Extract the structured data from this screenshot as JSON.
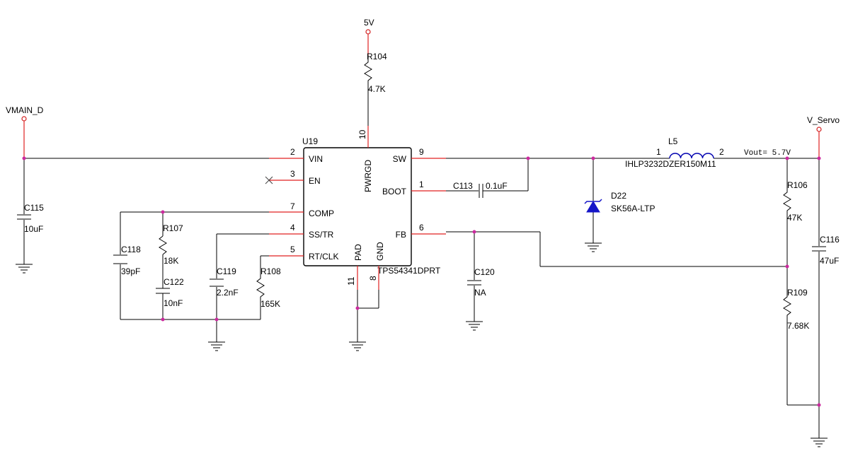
{
  "nets": {
    "five_v": "5V",
    "vmain": "VMAIN_D",
    "vservo": "V_Servo",
    "vout_note": "Vout= 5.7V"
  },
  "ic": {
    "ref": "U19",
    "part": "TPS54341DPRT",
    "pins": {
      "vin": {
        "name": "VIN",
        "num": "2"
      },
      "en": {
        "name": "EN",
        "num": "3"
      },
      "comp": {
        "name": "COMP",
        "num": "7"
      },
      "sstr": {
        "name": "SS/TR",
        "num": "4"
      },
      "rtclk": {
        "name": "RT/CLK",
        "num": "5"
      },
      "sw": {
        "name": "SW",
        "num": "9"
      },
      "boot": {
        "name": "BOOT",
        "num": "1"
      },
      "fb": {
        "name": "FB",
        "num": "6"
      },
      "pwrgd": {
        "name": "PWRGD",
        "num": "10"
      },
      "pad": {
        "name": "PAD",
        "num": "11"
      },
      "gnd": {
        "name": "GND",
        "num": "8"
      }
    }
  },
  "components": {
    "r104": {
      "ref": "R104",
      "value": "4.7K"
    },
    "c115": {
      "ref": "C115",
      "value": "10uF"
    },
    "c118": {
      "ref": "C118",
      "value": "39pF"
    },
    "r107": {
      "ref": "R107",
      "value": "18K"
    },
    "c122": {
      "ref": "C122",
      "value": "10nF"
    },
    "c119": {
      "ref": "C119",
      "value": "2.2nF"
    },
    "r108": {
      "ref": "R108",
      "value": "165K"
    },
    "c113": {
      "ref": "C113",
      "value": "0.1uF"
    },
    "c120": {
      "ref": "C120",
      "value": "NA"
    },
    "l5": {
      "ref": "L5",
      "value": "IHLP3232DZER150M11",
      "pin1": "1",
      "pin2": "2"
    },
    "d22": {
      "ref": "D22",
      "value": "SK56A-LTP"
    },
    "r106": {
      "ref": "R106",
      "value": "47K"
    },
    "r109": {
      "ref": "R109",
      "value": "7.68K"
    },
    "c116": {
      "ref": "C116",
      "value": "47uF"
    }
  },
  "colors": {
    "wire": "#000000",
    "pin": "#e02020",
    "junction": "#cc2a9e",
    "power_port": "#d22222",
    "inductor": "#0000b0",
    "diode": "#1515c8"
  }
}
